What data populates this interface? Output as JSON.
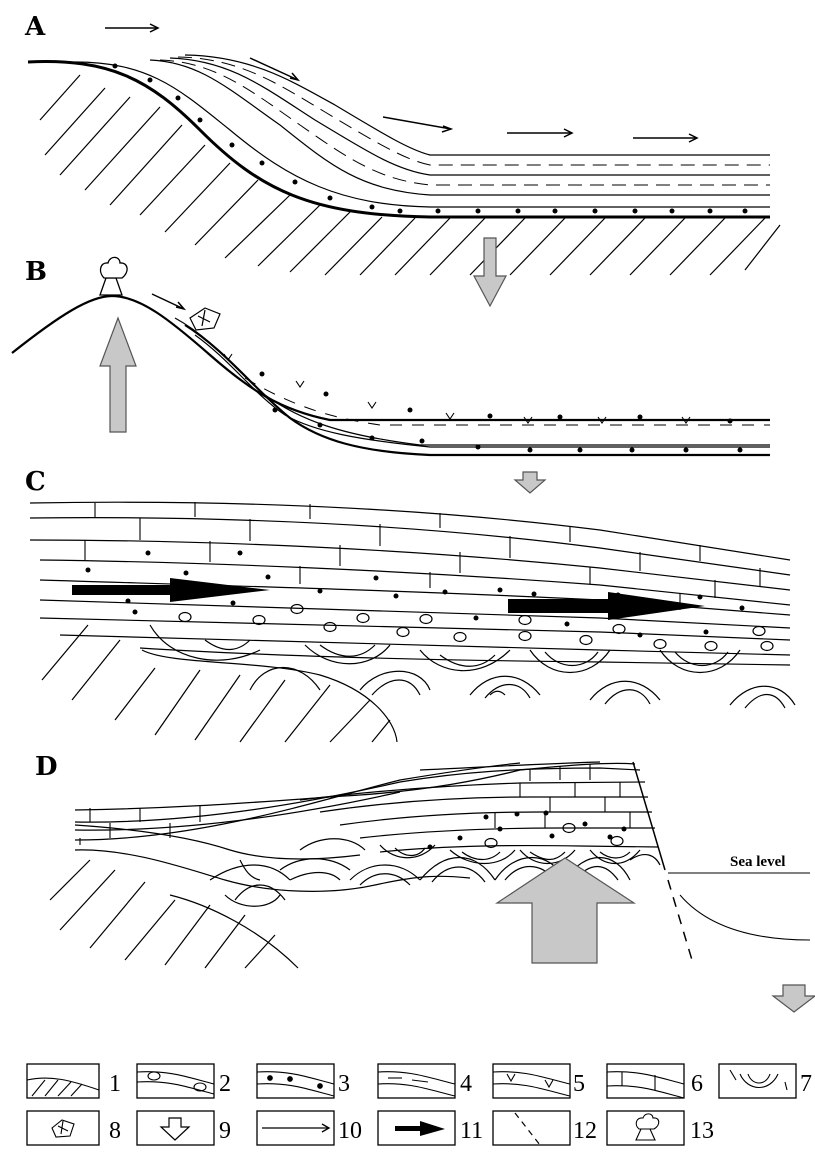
{
  "panels": {
    "a": {
      "label": "A"
    },
    "b": {
      "label": "B"
    },
    "c": {
      "label": "C"
    },
    "d": {
      "label": "D",
      "sea_level_label": "Sea level"
    }
  },
  "legend": {
    "items": [
      {
        "number": "1",
        "icon": "hatched-basement-icon"
      },
      {
        "number": "2",
        "icon": "pebble-layer-icon"
      },
      {
        "number": "3",
        "icon": "sand-dot-layer-icon"
      },
      {
        "number": "4",
        "icon": "shale-dash-layer-icon"
      },
      {
        "number": "5",
        "icon": "volcanic-v-layer-icon"
      },
      {
        "number": "6",
        "icon": "limestone-brick-layer-icon"
      },
      {
        "number": "7",
        "icon": "slump-fold-icon"
      },
      {
        "number": "8",
        "icon": "rock-fragment-icon"
      },
      {
        "number": "9",
        "icon": "subsidence-arrow-icon"
      },
      {
        "number": "10",
        "icon": "current-direction-arrow-icon"
      },
      {
        "number": "11",
        "icon": "bold-flow-arrow-icon"
      },
      {
        "number": "12",
        "icon": "fault-dashed-line-icon"
      },
      {
        "number": "13",
        "icon": "volcano-icon"
      }
    ]
  },
  "colors": {
    "ink": "#000000",
    "arrow_fill": "#c8c8c8",
    "background": "#ffffff"
  }
}
